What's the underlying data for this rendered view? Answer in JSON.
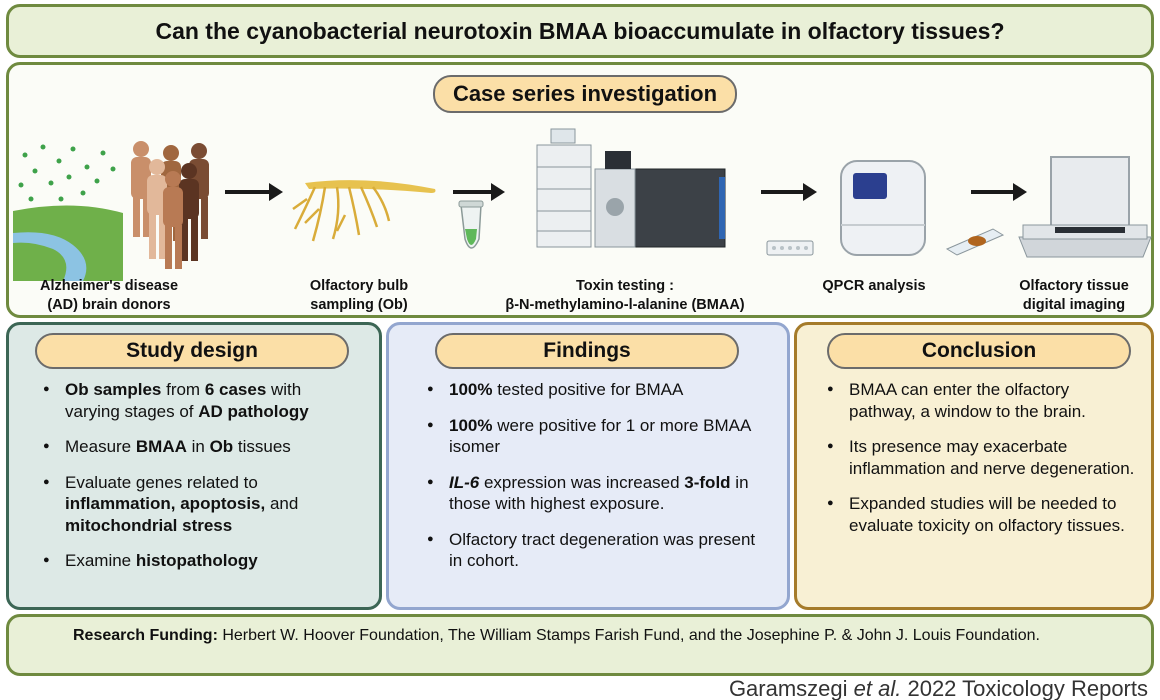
{
  "title": "Can the cyanobacterial neurotoxin BMAA bioaccumulate in olfactory tissues?",
  "case_series": {
    "heading": "Case series investigation",
    "steps": [
      {
        "line1": "Alzheimer's disease",
        "line2": "(AD) brain donors"
      },
      {
        "line1": "Olfactory bulb",
        "line2": "sampling (Ob)"
      },
      {
        "line1": "Toxin testing :",
        "line2": "β-N-methylamino-l-alanine (BMAA)"
      },
      {
        "line1": "QPCR analysis",
        "line2": ""
      },
      {
        "line1": "Olfactory tissue",
        "line2": "digital imaging"
      }
    ]
  },
  "study_design": {
    "heading": "Study design",
    "items": [
      [
        {
          "b": "Ob samples"
        },
        {
          "t": " from "
        },
        {
          "b": "6 cases"
        },
        {
          "t": " with varying stages of "
        },
        {
          "b": "AD pathology"
        }
      ],
      [
        {
          "t": "Measure "
        },
        {
          "b": "BMAA"
        },
        {
          "t": " in "
        },
        {
          "b": "Ob"
        },
        {
          "t": " tissues"
        }
      ],
      [
        {
          "t": "Evaluate genes related to "
        },
        {
          "b": "inflammation, apoptosis,"
        },
        {
          "t": " and "
        },
        {
          "b": "mitochondrial stress"
        }
      ],
      [
        {
          "t": "Examine "
        },
        {
          "b": "histopathology"
        }
      ]
    ]
  },
  "findings": {
    "heading": "Findings",
    "items": [
      [
        {
          "b": "100%"
        },
        {
          "t": " tested positive for BMAA"
        }
      ],
      [
        {
          "b": "100%"
        },
        {
          "t": "  were positive for 1 or more BMAA isomer"
        }
      ],
      [
        {
          "bi": "IL-6"
        },
        {
          "t": " expression was increased "
        },
        {
          "b": "3-fold"
        },
        {
          "t": " in those with highest exposure."
        }
      ],
      [
        {
          "t": "Olfactory tract degeneration was present in cohort."
        }
      ]
    ]
  },
  "conclusion": {
    "heading": "Conclusion",
    "items": [
      [
        {
          "t": "BMAA can enter the olfactory pathway, a window to the brain."
        }
      ],
      [
        {
          "t": "Its presence may exacerbate inflammation and nerve degeneration."
        }
      ],
      [
        {
          "t": "Expanded studies will be needed to evaluate toxicity on olfactory tissues."
        }
      ]
    ]
  },
  "funding": {
    "label": "Research Funding:",
    "text": " Herbert W. Hoover Foundation, The William Stamps Farish Fund, and the Josephine P. & John J. Louis Foundation."
  },
  "citation": {
    "author": "Garamszegi ",
    "etal": "et al.",
    "rest": " 2022 Toxicology Reports"
  },
  "colors": {
    "pill_fill": "#fbdfa7",
    "title_fill": "#e9f0d7",
    "study_fill": "#dde9e6",
    "findings_fill": "#e6ebf7",
    "conclusion_fill": "#f8f0d4",
    "frame_green": "#6f8a3f"
  },
  "icons": [
    "toxin-dots-icon",
    "people-icon",
    "river-landscape-icon",
    "olfactory-bulb-icon",
    "sample-tube-icon",
    "hplc-mass-spec-icon",
    "well-plate-icon",
    "qpcr-machine-icon",
    "microscope-slide-icon",
    "slide-scanner-icon"
  ]
}
